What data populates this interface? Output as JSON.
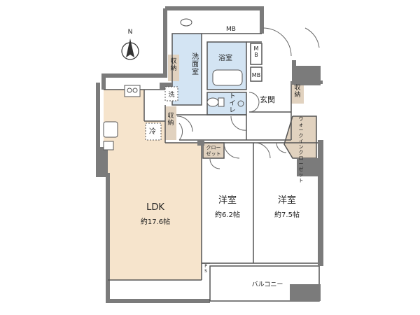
{
  "compass": {
    "label": "N"
  },
  "rooms": {
    "ldk": {
      "name": "LDK",
      "area": "約17.6帖"
    },
    "western1": {
      "name": "洋室",
      "area": "約6.2帖"
    },
    "western2": {
      "name": "洋室",
      "area": "約7.5帖"
    },
    "bath": "浴室",
    "washroom": "洗面室",
    "toilet": "トイレ",
    "entrance": "玄関",
    "balcony": "バルコニー",
    "closet": "クローゼット",
    "walkin": "ウォークインクローゼット",
    "fridge": "冷",
    "washer": "洗"
  },
  "storage": {
    "label": "収納"
  },
  "meter": {
    "mb": "MB",
    "ps": "PS"
  },
  "colors": {
    "ldk": "#f6e4cc",
    "wet": "#d3e4f3",
    "storage": "#e1d2bf",
    "wall": "#7b7b7b"
  }
}
